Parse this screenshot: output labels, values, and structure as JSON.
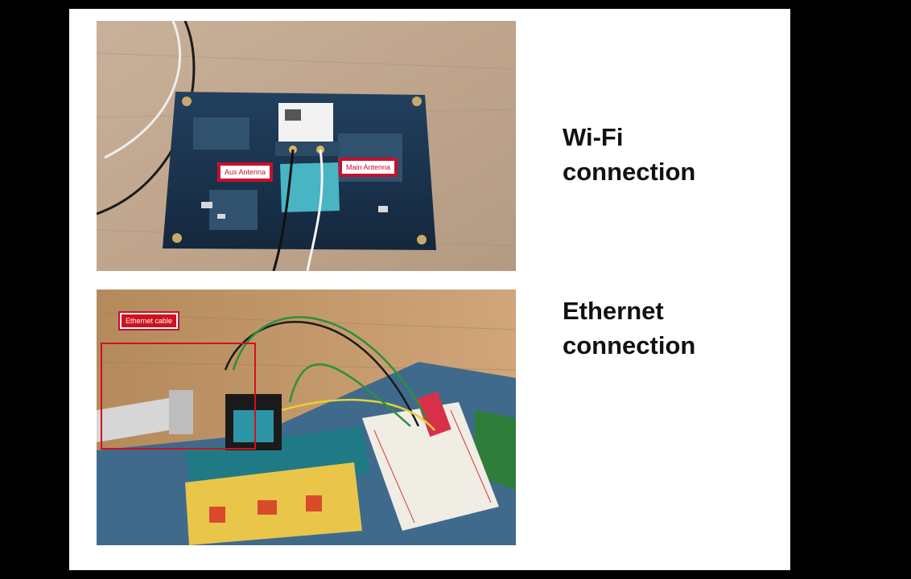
{
  "slide": {
    "sections": [
      {
        "heading": "Wi-Fi\nconnection",
        "labels": [
          "Aux Antenna",
          "Main Antenna"
        ]
      },
      {
        "heading": "Ethernet\nconnection",
        "labels": [
          "Ethernet cable"
        ]
      }
    ]
  },
  "colors": {
    "page_background": "#000000",
    "slide_background": "#ffffff",
    "label_red": "#d0121c",
    "heading_text": "#111111"
  }
}
